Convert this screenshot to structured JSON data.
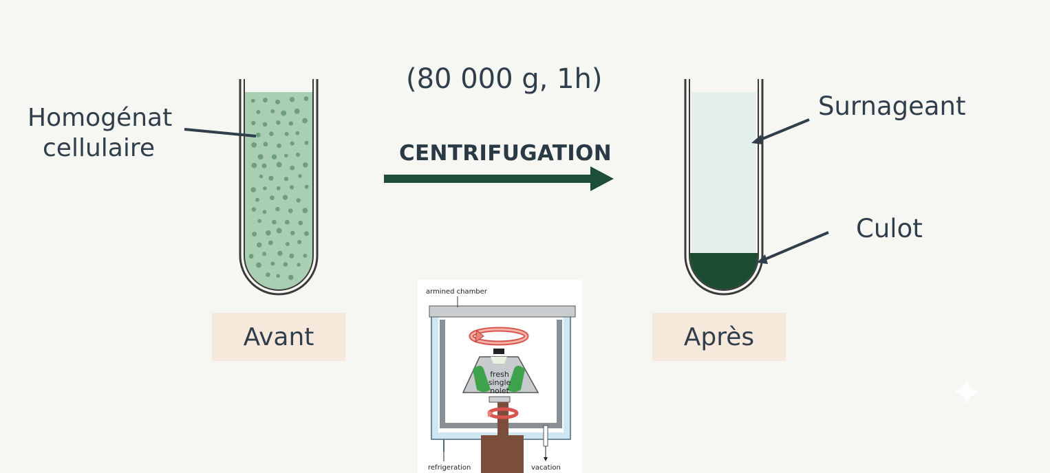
{
  "labels": {
    "homogenate_line1": "Homogénat",
    "homogenate_line2": "cellulaire",
    "conditions": "(80 000 g, 1h)",
    "process": "CENTRIFUGATION",
    "supernatant": "Surnageant",
    "pellet": "Culot",
    "before": "Avant",
    "after": "Après"
  },
  "inset": {
    "chamber": "armined chamber",
    "rotor_line1": "fresh",
    "rotor_line2": "single",
    "rotor_line3": "nolet",
    "refrigeration": "refrigeration",
    "vacation": "vacation"
  },
  "colors": {
    "arrow": "#1e4d38",
    "homogenate": "#a9cfb3",
    "particles": "#6f9e7e",
    "supernatant": "#e4efeb",
    "pellet": "#1c4d33",
    "text": "#2f3e4a",
    "tag_bg": "#f7e8dc"
  }
}
